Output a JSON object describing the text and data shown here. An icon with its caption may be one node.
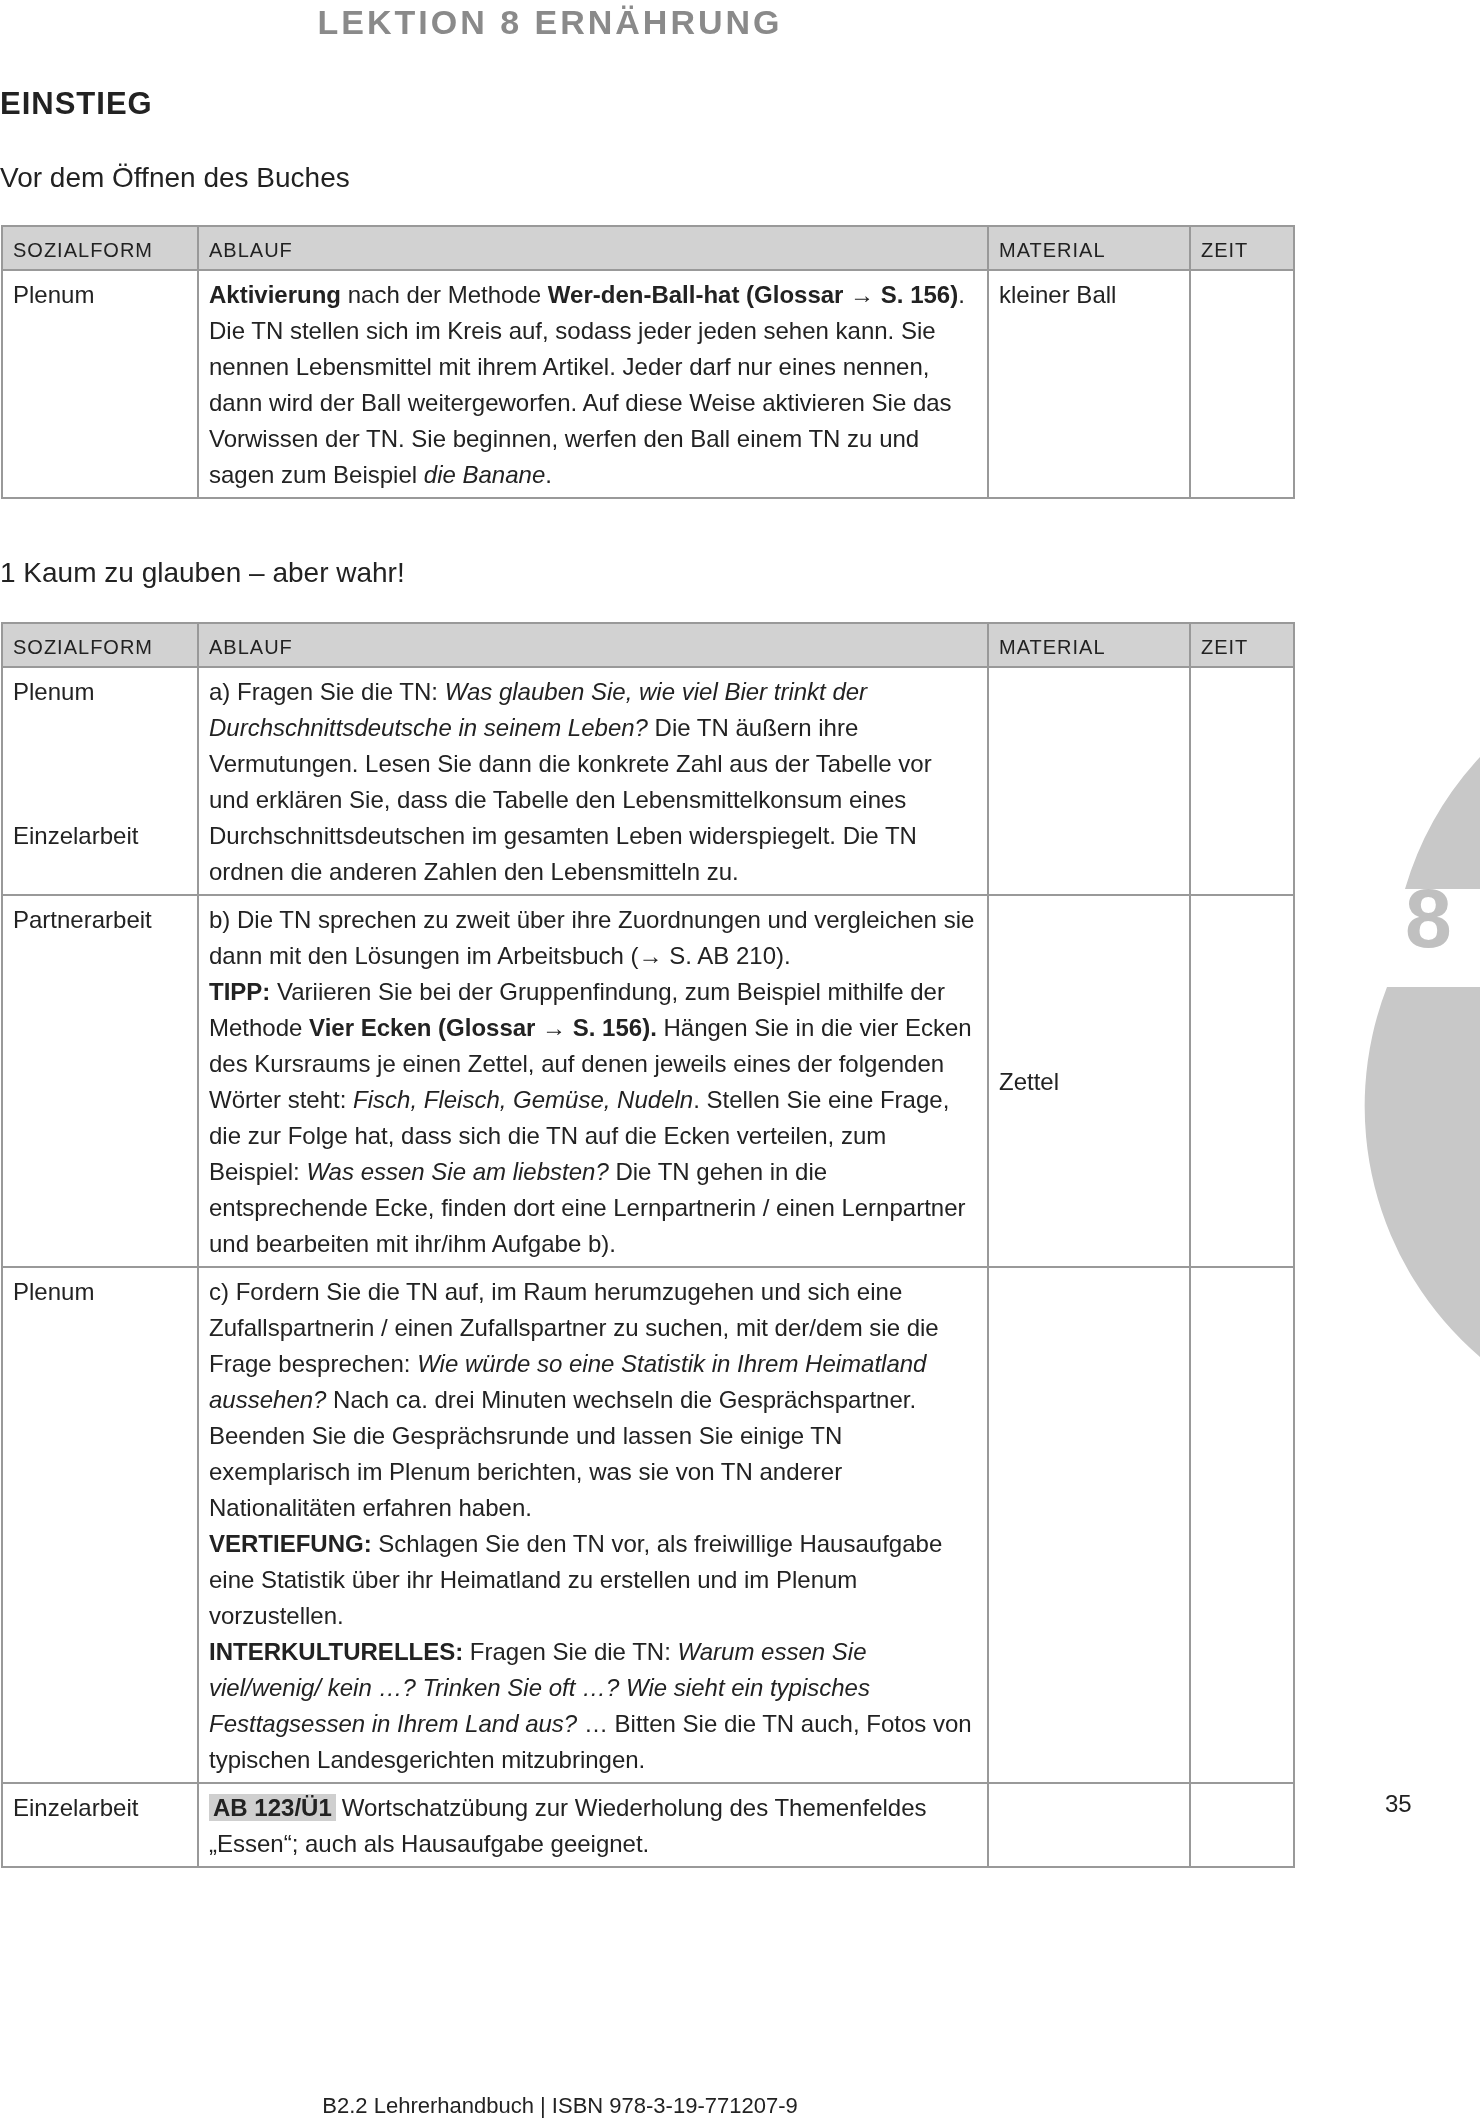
{
  "diagram": {
    "title": "LEKTION 8 ERNÄHRUNG",
    "labels": [
      "EINSTIEG",
      "Vor dem Öffnen des Buches",
      "SOZIALFORM",
      "ABLAUF",
      "MATERIAL",
      "ZEIT",
      "Plenum",
      "**Aktivierung** nach der Methode **Wer-den-Ball-hat (Glossar → S. 156)**. Die TN stellen sich im Kreis auf, sodass jeder jeden sehen kann. Sie nennen Lebensmittel mit ihrem Artikel. Jeder darf nur eines nennen, dann wird der Ball weitergeworfen. Auf diese Weise aktivieren Sie das Vorwissen der TN. Sie beginnen, werfen den Ball einem TN zu und sagen zum Beispiel *die Banane*.",
      "kleiner Ball",
      "1 Kaum zu glauben – aber wahr!",
      "SOZIALFORM",
      "ABLAUF",
      "MATERIAL",
      "ZEIT",
      "Plenum",
      "Einzelarbeit",
      "a) Fragen Sie die TN: *Was glauben Sie, wie viel Bier trinkt der Durchschnittsdeutsche in seinem Leben?* Die TN äußern ihre Vermutungen. Lesen Sie dann die konkrete Zahl aus der Tabelle vor und erklären Sie, dass die Tabelle den Lebensmittelkonsum eines Durchschnittsdeutschen im gesamten Leben widerspiegelt. Die TN ordnen die anderen Zahlen den Lebensmitteln zu.",
      "Partnerarbeit",
      "b) Die TN sprechen zu zweit über ihre Zuordnungen und vergleichen sie dann mit den Lösungen im Arbeitsbuch (→ S. AB 210).",
      "**TIPP:** Variieren Sie bei der Gruppenfindung, zum Beispiel mithilfe der Methode **Vier Ecken (Glossar → S. 156).** Hängen Sie in die vier Ecken des Kursraums je einen Zettel, auf denen jeweils eines der folgenden Wörter steht: *Fisch, Fleisch, Gemüse, Nudeln*. Stellen Sie eine Frage, die zur Folge hat, dass sich die TN auf die Ecken verteilen, zum Beispiel: *Was essen Sie am liebsten?* Die TN gehen in die entsprechende Ecke, finden dort eine Lernpartnerin / einen Lernpartner und bearbeiten mit ihr/ihm Aufgabe b).",
      "Zettel",
      "Plenum",
      "c) Fordern Sie die TN auf, im Raum herumzugehen und sich eine Zufallspartnerin / einen Zufallspartner zu suchen, mit der/dem sie die Frage besprechen: *Wie würde so eine Statistik in Ihrem Heimatland aussehen?* Nach ca. drei Minuten wechseln die Gesprächspartner. Beenden Sie die Gesprächsrunde und lassen Sie einige TN exemplarisch im Plenum berichten, was sie von TN anderer Nationalitäten erfahren haben.",
      "**VERTIEFUNG:** Schlagen Sie den TN vor, als freiwillige Hausaufgabe eine Statistik über ihr Heimatland zu erstellen und im Plenum vorzustellen.",
      "**INTERKULTURELLES:** Fragen Sie die TN: *Warum essen Sie viel/wenig/ kein …? Trinken Sie oft …? Wie sieht ein typisches Festtagsessen in Ihrem Land aus?* … Bitten Sie die TN auch, Fotos von typischen Landesgerichten mitzubringen.",
      "Einzelarbeit",
      "AB 123/Ü1",
      "Wortschatzübung zur Wiederholung des Themenfeldes „Essen“; auch als Hausaufgabe geeignet.",
      "8",
      "35",
      "B2.2 Lehrerhandbuch | ISBN 978-3-19-771207-9"
    ]
  }
}
